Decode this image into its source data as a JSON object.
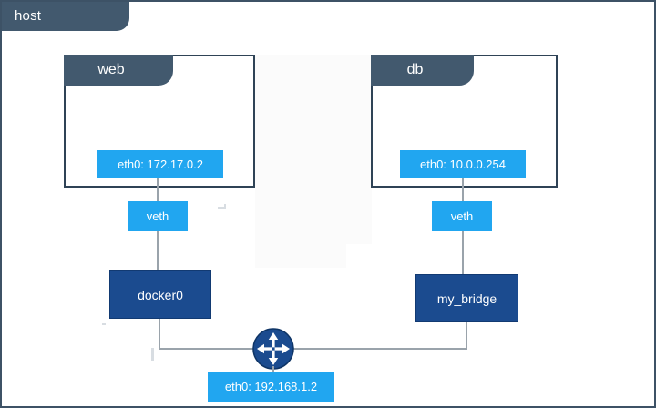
{
  "diagram": {
    "title": "host",
    "type": "docker-network-topology",
    "colors": {
      "header_dark": "#42596e",
      "container_border": "#2f4356",
      "interface_blue": "#21a6f0",
      "bridge_blue": "#1b4b8f",
      "line_gray": "#9aa3ab",
      "canvas_background": "#ffffff"
    }
  },
  "host": {
    "label": "host"
  },
  "containers": [
    {
      "name": "web",
      "interface": {
        "label": "eth0: 172.17.0.2",
        "device": "eth0",
        "address": "172.17.0.2"
      },
      "veth": "veth",
      "bridge": "docker0"
    },
    {
      "name": "db",
      "interface": {
        "label": "eth0: 10.0.0.254",
        "device": "eth0",
        "address": "10.0.0.254"
      },
      "veth": "veth",
      "bridge": "my_bridge"
    }
  ],
  "bridges": [
    {
      "name": "docker0"
    },
    {
      "name": "my_bridge"
    }
  ],
  "host_interface": {
    "label": "eth0: 192.168.1.2",
    "device": "eth0",
    "address": "192.168.1.2"
  },
  "router": {
    "icon": "router-icon",
    "arrows": [
      "up",
      "down",
      "left",
      "right"
    ]
  }
}
